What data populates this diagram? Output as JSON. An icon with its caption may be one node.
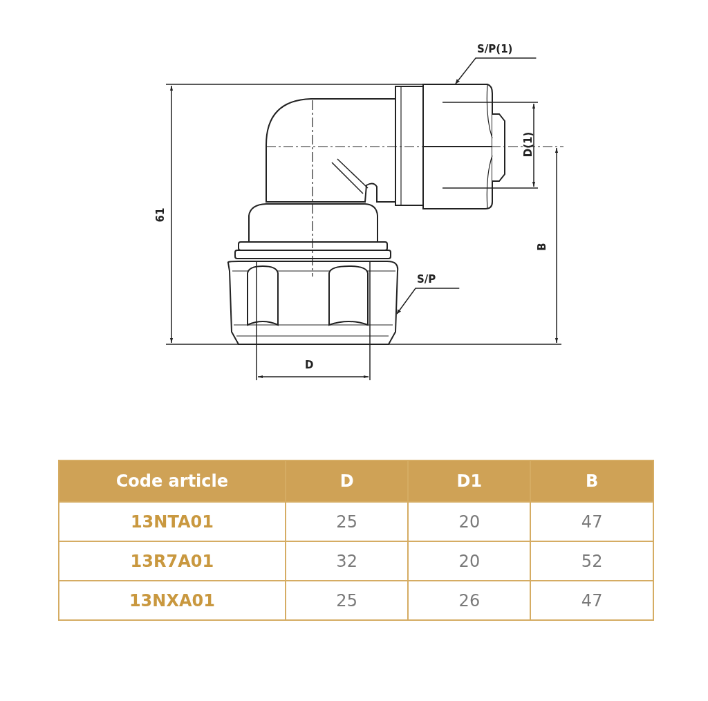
{
  "diagram": {
    "nodes": [
      {
        "text": [
          "S/P(1)"
        ]
      },
      {
        "text": [
          "S/P"
        ]
      }
    ],
    "edges": [
      {
        "from": 0,
        "to": null,
        "arrow": "to"
      },
      {
        "from": 1,
        "to": null,
        "arrow": "to"
      }
    ],
    "labels": [
      "61",
      "D(1)",
      "B",
      "D",
      "Code article",
      "D",
      "D1",
      "B",
      "13NTA01",
      "25",
      "20",
      "47",
      "13R7A01",
      "32",
      "20",
      "52",
      "13NXA01",
      "25",
      "26",
      "47"
    ]
  }
}
